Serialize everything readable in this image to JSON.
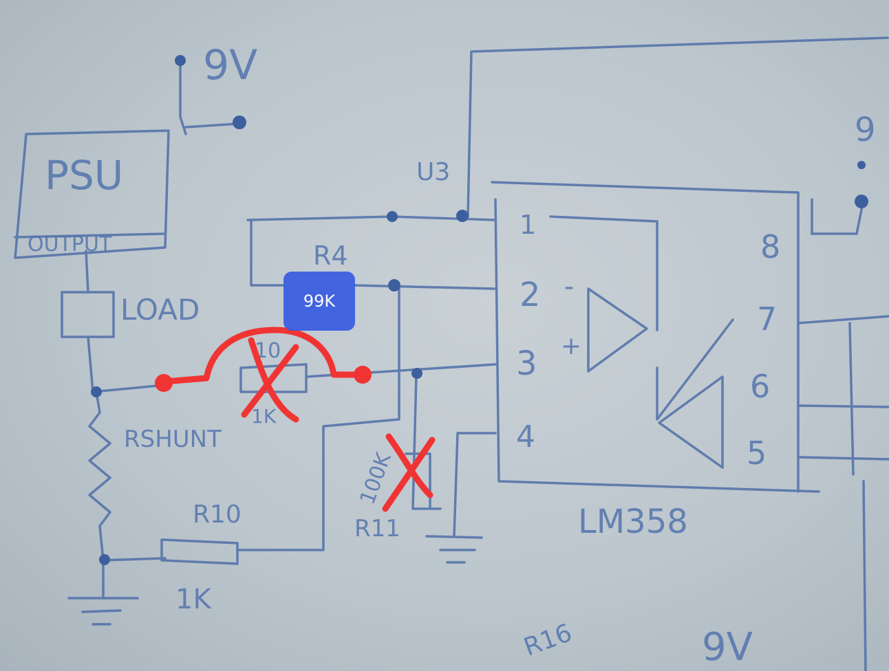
{
  "labels": {
    "top_supply": "9V",
    "psu": "PSU",
    "psu_output": "OUTPUT",
    "load": "LOAD",
    "rshunt": "RSHUNT",
    "r10": "R10",
    "r10_value": "1K",
    "u3": "U3",
    "r4": "R4",
    "r_crossed": "10",
    "r_crossed_value": "1K",
    "r11_value": "100K",
    "r11": "R11",
    "chip": "LM358",
    "pin1": "1",
    "pin2": "2",
    "pin3": "3",
    "pin4": "4",
    "pin5": "5",
    "pin6": "6",
    "pin7": "7",
    "pin8": "8",
    "minus": "-",
    "plus": "+",
    "r16": "R16",
    "bottom_supply": "9V",
    "right_supply": "9"
  },
  "annotation": {
    "badge_text": "99K",
    "badge_color": "#3d5fe0",
    "mark_color": "#f03434"
  }
}
